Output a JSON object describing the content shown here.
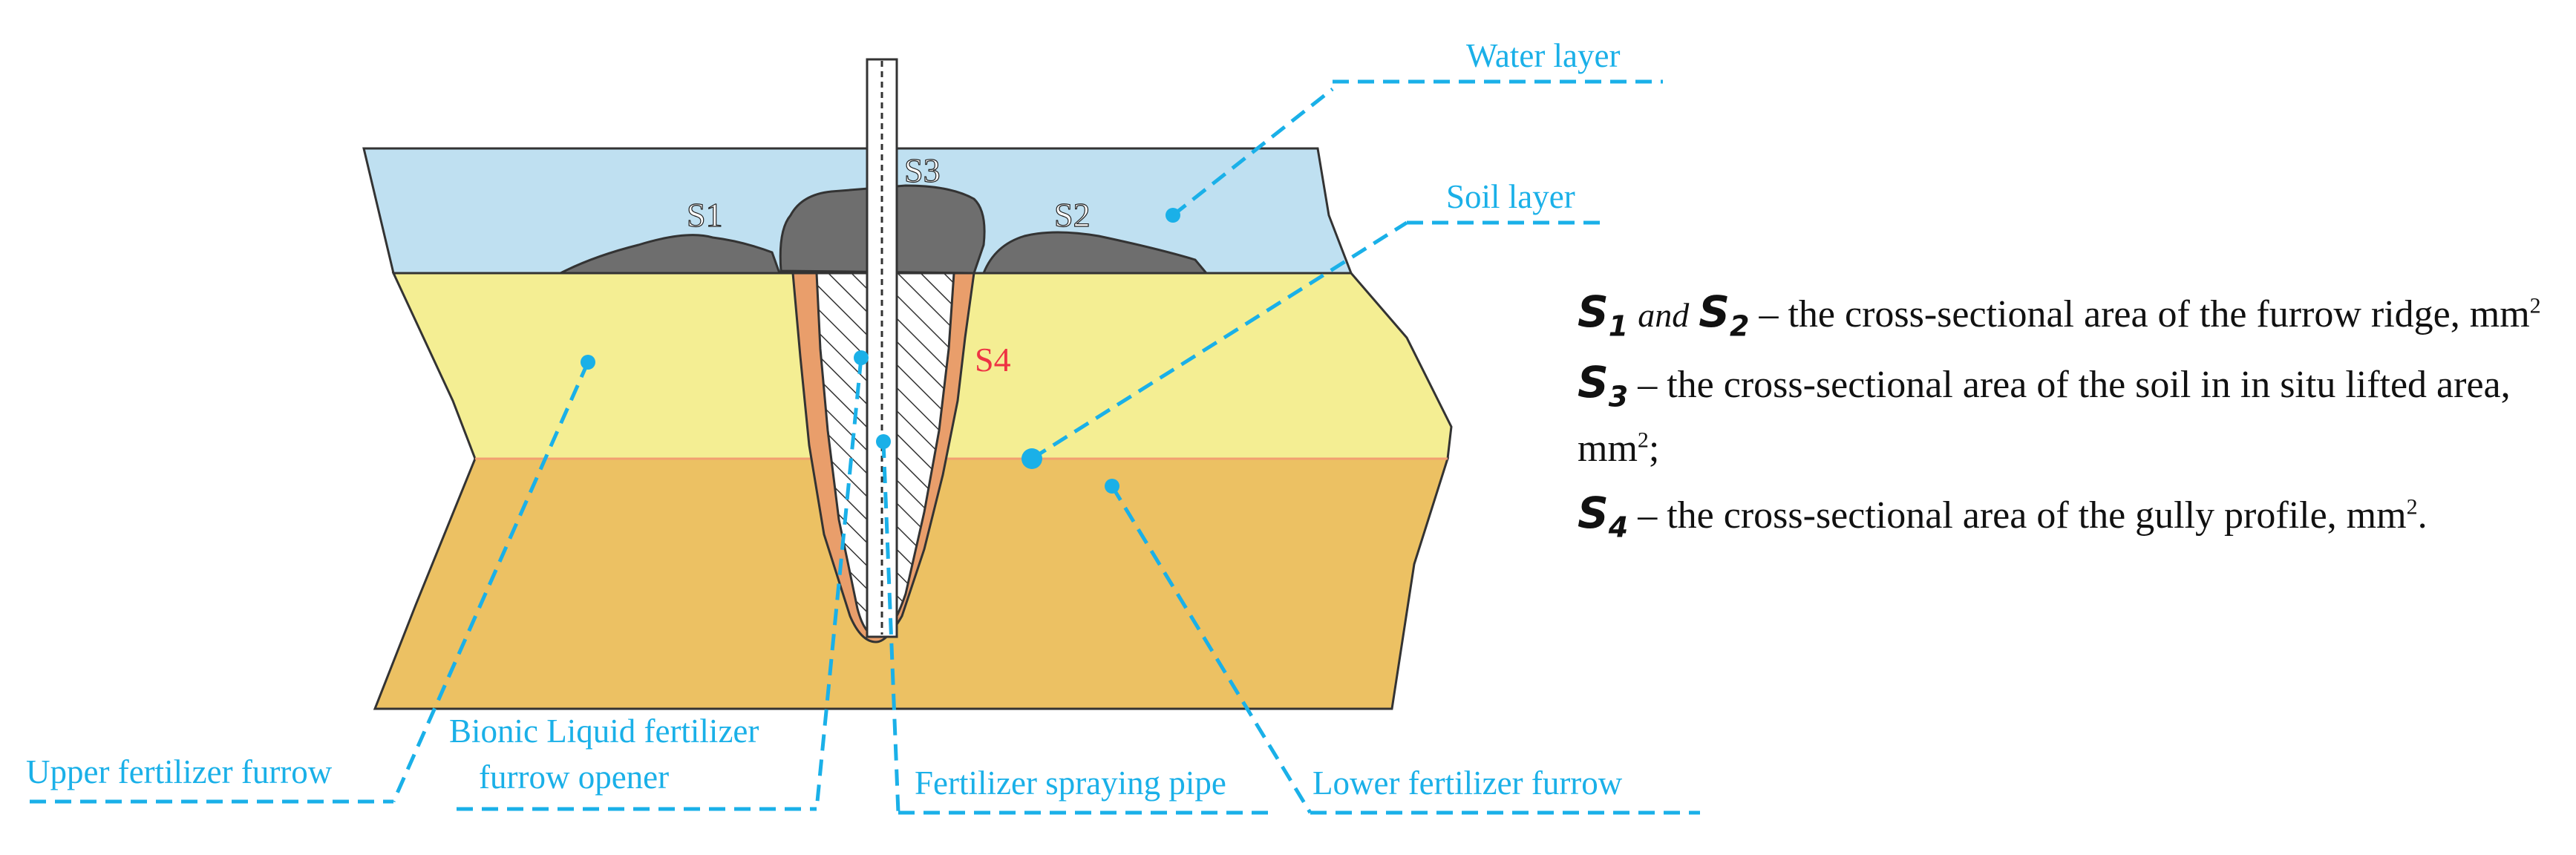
{
  "labels": {
    "water_layer": "Water layer",
    "soil_layer": "Soil layer",
    "upper_furrow": "Upper fertilizer furrow",
    "opener_line1": "Bionic Liquid fertilizer",
    "opener_line2": "furrow opener",
    "spraying_pipe": "Fertilizer spraying pipe",
    "lower_furrow": "Lower fertilizer furrow"
  },
  "regions": {
    "s1": "S1",
    "s2": "S2",
    "s3": "S3",
    "s4": "S4"
  },
  "legend": [
    {
      "sym_a": "S",
      "sub_a": "1",
      "conj": "and",
      "sym_b": "S",
      "sub_b": "2",
      "text": " – the cross-sectional area of the furrow ridge, mm",
      "sup": "2"
    },
    {
      "sym": "S",
      "sub": "3",
      "text": " – the cross-sectional area of the soil in in situ lifted area, mm",
      "sup": "2",
      "tail": ";"
    },
    {
      "sym": "S",
      "sub": "4",
      "text": " – the cross-sectional area of the gully profile, mm",
      "sup": "2",
      "tail": "."
    }
  ],
  "colors": {
    "water": "#bfe0f1",
    "upper_soil": "#f4ee93",
    "lower_soil": "#ecc163",
    "ridge": "#6e6e6e",
    "gully_wall": "#e99e6b",
    "callout": "#1ab0e8"
  }
}
